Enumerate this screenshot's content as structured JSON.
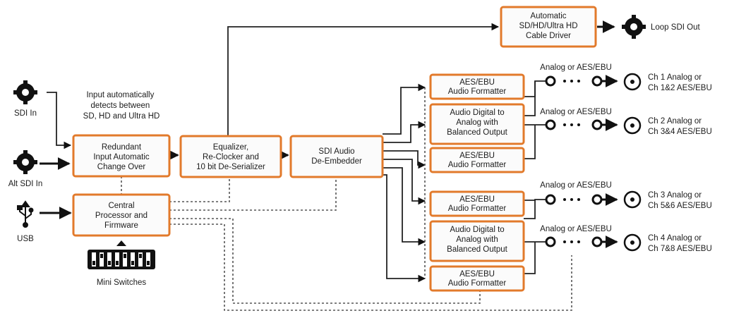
{
  "blocks": {
    "redundant": [
      "Redundant",
      "Input Automatic",
      "Change Over"
    ],
    "central": [
      "Central",
      "Processor and",
      "Firmware"
    ],
    "equalizer": [
      "Equalizer,",
      "Re-Clocker and",
      "10 bit De-Serializer"
    ],
    "deembedder": [
      "SDI Audio",
      "De-Embedder"
    ],
    "cabledriver": [
      "Automatic",
      "SD/HD/Ultra HD",
      "Cable Driver"
    ],
    "aes1": [
      "AES/EBU",
      "Audio Formatter"
    ],
    "dac1": [
      "Audio Digital to",
      "Analog with",
      "Balanced Output"
    ],
    "aes2": [
      "AES/EBU",
      "Audio Formatter"
    ],
    "aes3": [
      "AES/EBU",
      "Audio Formatter"
    ],
    "dac2": [
      "Audio Digital to",
      "Analog with",
      "Balanced Output"
    ],
    "aes4": [
      "AES/EBU",
      "Audio Formatter"
    ]
  },
  "labels": {
    "sdi_in": "SDI In",
    "alt_sdi_in": "Alt SDI In",
    "usb": "USB",
    "mini_switches": "Mini Switches",
    "input_note": [
      "Input automatically",
      "detects between",
      "SD, HD and Ultra HD"
    ],
    "loop_out": "Loop SDI Out",
    "switch_label": "Analog or AES/EBU",
    "outputs": [
      [
        "Ch 1 Analog or",
        "Ch 1&2 AES/EBU"
      ],
      [
        "Ch 2 Analog or",
        "Ch 3&4 AES/EBU"
      ],
      [
        "Ch 3 Analog or",
        "Ch 5&6 AES/EBU"
      ],
      [
        "Ch 4 Analog or",
        "Ch 7&8 AES/EBU"
      ]
    ]
  },
  "icons": [
    "bnc-connector-icon",
    "usb-icon",
    "dip-switch-icon",
    "selector-switch-icon",
    "arrow-right-icon"
  ],
  "colors": {
    "block_border": "#e27a2b",
    "line": "#222222"
  }
}
